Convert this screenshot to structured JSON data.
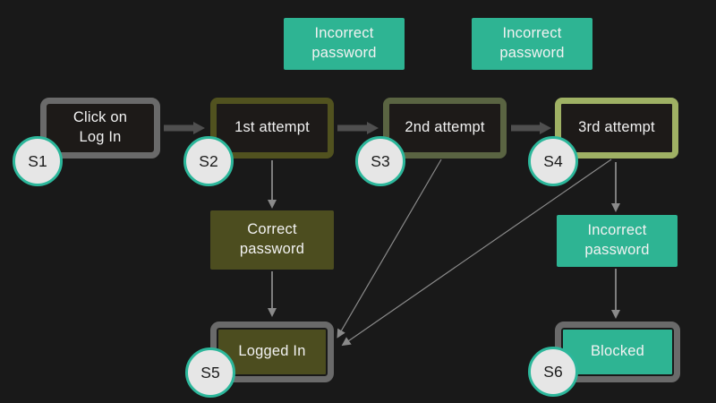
{
  "colors": {
    "background": "#191919",
    "teal": "#2eb493",
    "olive": "#4c4d1f",
    "gray": "#6a6a6a",
    "s2_border": "#51521f",
    "s3_border": "#5a6442",
    "s4_border": "#9fb164",
    "box_fill": "#1d1a18",
    "badge_fill": "#e6e6e6",
    "badge_ring": "#2cb79b",
    "thick_arrow": "#4f4f4f",
    "thin_arrow": "#8a8a8a",
    "text_light": "#f2f2f2",
    "text_dark": "#1b1b1b"
  },
  "states": {
    "s1": {
      "badge": "S1",
      "label_line1": "Click on",
      "label_line2": "Log In"
    },
    "s2": {
      "badge": "S2",
      "label": "1st attempt"
    },
    "s3": {
      "badge": "S3",
      "label": "2nd attempt"
    },
    "s4": {
      "badge": "S4",
      "label": "3rd attempt"
    },
    "s5": {
      "badge": "S5",
      "label": "Logged In"
    },
    "s6": {
      "badge": "S6",
      "label": "Blocked"
    }
  },
  "transitions": {
    "incorrect_top_left": {
      "line1": "Incorrect",
      "line2": "password"
    },
    "incorrect_top_right": {
      "line1": "Incorrect",
      "line2": "password"
    },
    "correct": {
      "line1": "Correct",
      "line2": "password"
    },
    "incorrect_right": {
      "line1": "Incorrect",
      "line2": "password"
    }
  }
}
